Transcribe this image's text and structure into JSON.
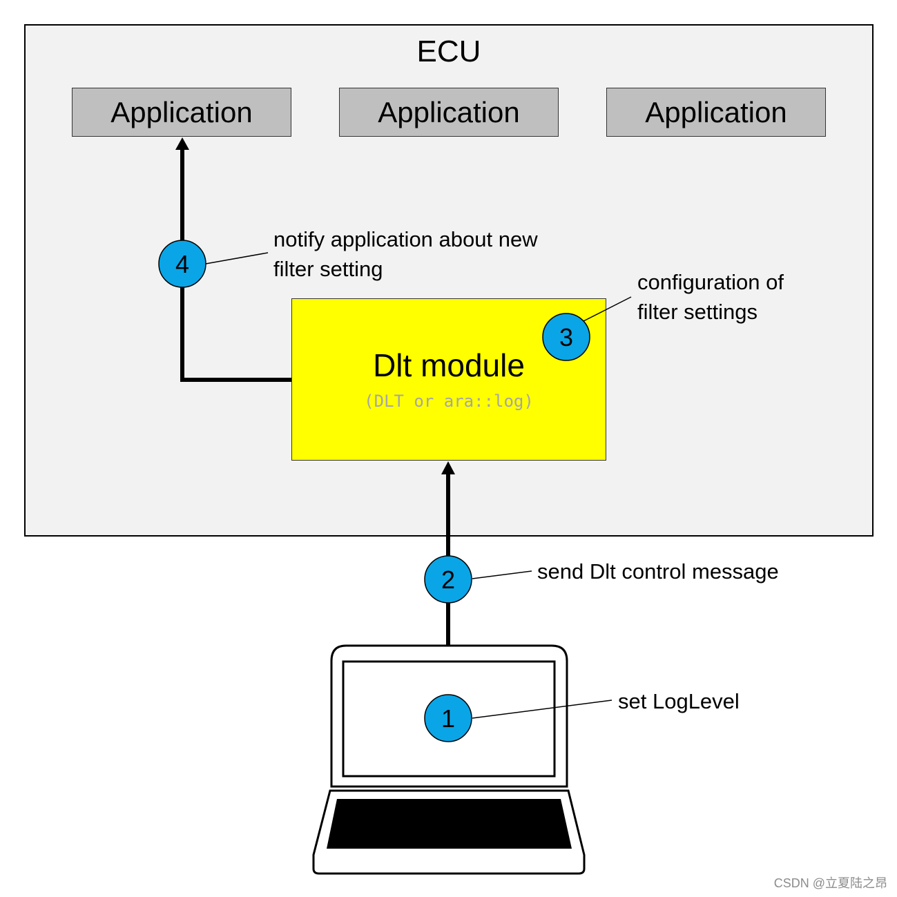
{
  "ecu": {
    "title": "ECU"
  },
  "applications": [
    "Application",
    "Application",
    "Application"
  ],
  "dlt_module": {
    "title": "Dlt module",
    "subtitle": "(DLT or ara::log)"
  },
  "steps": [
    {
      "number": "1",
      "label_lines": [
        "set LogLevel"
      ]
    },
    {
      "number": "2",
      "label_lines": [
        "send Dlt control message"
      ]
    },
    {
      "number": "3",
      "label_lines": [
        "configuration of",
        "filter settings"
      ]
    },
    {
      "number": "4",
      "label_lines": [
        "notify application about new",
        "filter setting"
      ]
    }
  ],
  "colors": {
    "step_circle": "#0aa5e6",
    "dlt_module": "#ffff00",
    "application": "#bfbfbf",
    "ecu_background": "#f2f2f2"
  },
  "watermark": "CSDN @立夏陆之昂"
}
